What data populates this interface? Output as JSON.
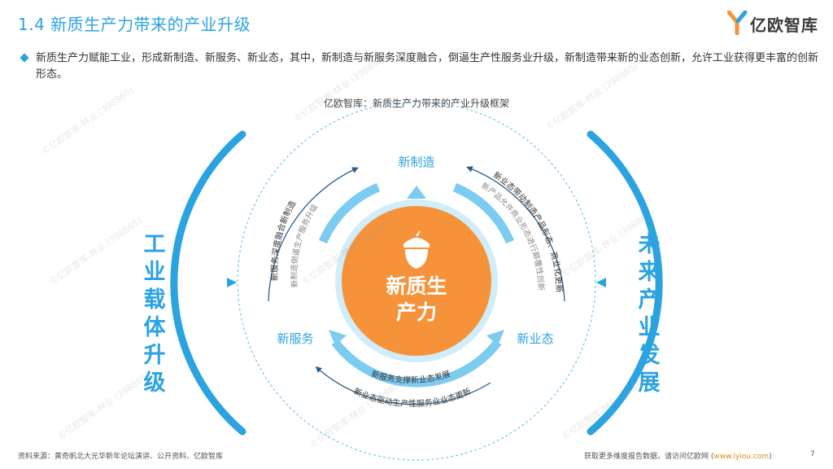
{
  "header": {
    "title": "1.4 新质生产力带来的产业升级",
    "logo_text": "亿欧智库"
  },
  "intro": {
    "bullet": "新质生产力赋能工业，形成新制造、新服务、新业态，其中，新制造与新服务深度融合，倒逼生产性服务业升级，新制造带来新的业态创新，允许工业获得更丰富的创新形态。"
  },
  "diagram": {
    "caption": "亿欧智库：新质生产力带来的产业升级框架",
    "center_line1": "新质生",
    "center_line2": "产力",
    "node_top": "新制造",
    "node_left": "新服务",
    "node_right": "新业态",
    "left_side": "工业载体升级",
    "right_side": "未来产业发展",
    "arc_left_outer": "新服务深度融合新制造",
    "arc_left_inner": "新制造倒逼生产服务升级",
    "arc_right_outer": "新业态带动制造产品形态、商业化更新",
    "arc_right_inner": "新产品允许商业形态进行颠覆性创新",
    "arc_bottom_inner": "新服务支撑新业态发展",
    "arc_bottom_outer": "新业态驱动生产性服务业业态更新",
    "colors": {
      "accent": "#2ba3e0",
      "light_ring": "#7ccbf0",
      "center": "#f5923a"
    }
  },
  "watermark": "©亿欧智库-林业 (398865)",
  "footer": {
    "source": "资料来源：黄奇帆北大光华新年论坛演讲、公开资料、亿欧智库",
    "more_prefix": "获取更多维度报告数据，请访问亿欧网 (",
    "more_link": "www.iyiou.com",
    "more_suffix": ")",
    "page": "7"
  }
}
